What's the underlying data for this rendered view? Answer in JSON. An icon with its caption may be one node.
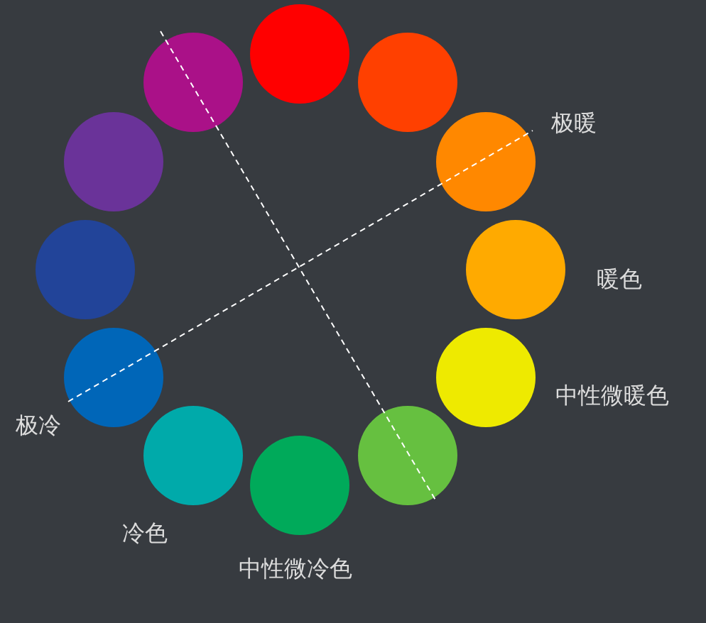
{
  "diagram": {
    "nodes": [
      {
        "text": [],
        "shape": "circle"
      },
      {
        "text": [],
        "shape": "circle"
      },
      {
        "text": [],
        "shape": "circle"
      },
      {
        "text": [],
        "shape": "circle"
      },
      {
        "text": [],
        "shape": "circle"
      },
      {
        "text": [],
        "shape": "circle"
      },
      {
        "text": [],
        "shape": "circle"
      },
      {
        "text": [],
        "shape": "circle"
      },
      {
        "text": [],
        "shape": "circle"
      },
      {
        "text": [],
        "shape": "circle"
      },
      {
        "text": [],
        "shape": "circle"
      },
      {
        "text": [],
        "shape": "circle"
      }
    ],
    "labels": [
      "极暖",
      "暖色",
      "中性微暖色",
      "极冷",
      "冷色",
      "中性微冷色"
    ]
  }
}
